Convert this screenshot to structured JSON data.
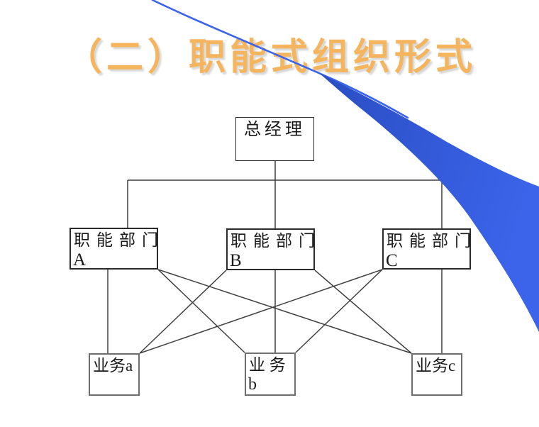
{
  "title": "（二）职能式组织形式",
  "org": {
    "manager": "总经理",
    "departments": [
      {
        "name": "职能部门",
        "suffix": "A"
      },
      {
        "name": "职能部门",
        "suffix": "B"
      },
      {
        "name": "职能部门",
        "suffix": "C"
      }
    ],
    "businesses": [
      {
        "line1": "业务a",
        "line2": ""
      },
      {
        "line1": "业 务",
        "line2": "b"
      },
      {
        "line1": "业务c",
        "line2": ""
      }
    ]
  },
  "colors": {
    "title_gold": "#F5B45E",
    "title_shadow": "#D8D8D8",
    "swoosh_dark": "#2A4DC2",
    "swoosh_light": "#3B64EA",
    "line": "#3F3F3F",
    "box_border": "#2B2B2B",
    "biz_border": "#6E6E6E",
    "text": "#1A1A1A"
  }
}
